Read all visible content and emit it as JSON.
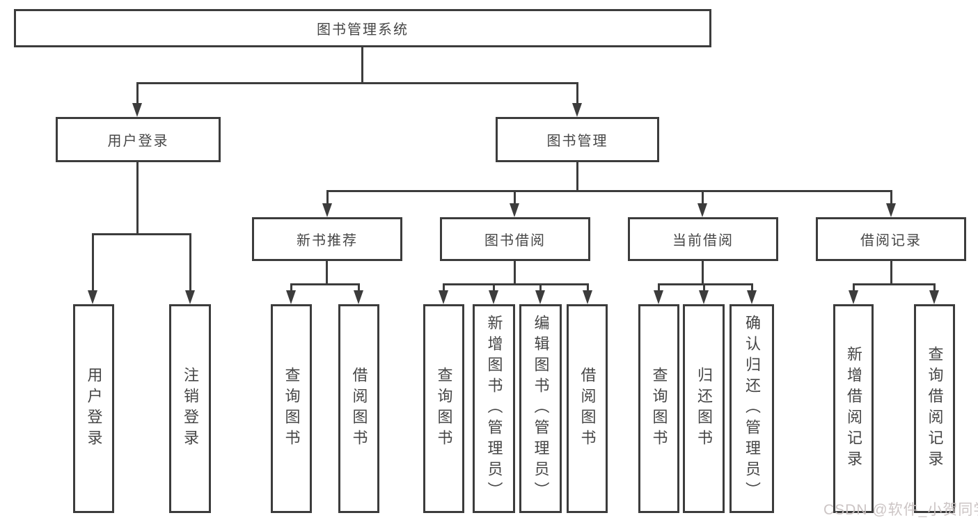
{
  "root": {
    "label": "图书管理系统"
  },
  "level2": [
    {
      "label": "用户登录"
    },
    {
      "label": "图书管理"
    }
  ],
  "level3": [
    {
      "label": "新书推荐"
    },
    {
      "label": "图书借阅"
    },
    {
      "label": "当前借阅"
    },
    {
      "label": "借阅记录"
    }
  ],
  "leaves": [
    {
      "label": "用户登录"
    },
    {
      "label": "注销登录"
    },
    {
      "label": "查询图书"
    },
    {
      "label": "借阅图书"
    },
    {
      "label": "查询图书"
    },
    {
      "label": "新增图书（管理员）"
    },
    {
      "label": "编辑图书（管理员）"
    },
    {
      "label": "借阅图书"
    },
    {
      "label": "查询图书"
    },
    {
      "label": "归还图书"
    },
    {
      "label": "确认归还（管理员）"
    },
    {
      "label": "新增借阅记录"
    },
    {
      "label": "查询借阅记录"
    }
  ],
  "watermark": {
    "text": "CSDN @软件_小贺同学"
  },
  "colors": {
    "line": "#3c3c3c",
    "text": "#464646",
    "background": "#ffffff",
    "watermark": "#c9c2c2"
  }
}
